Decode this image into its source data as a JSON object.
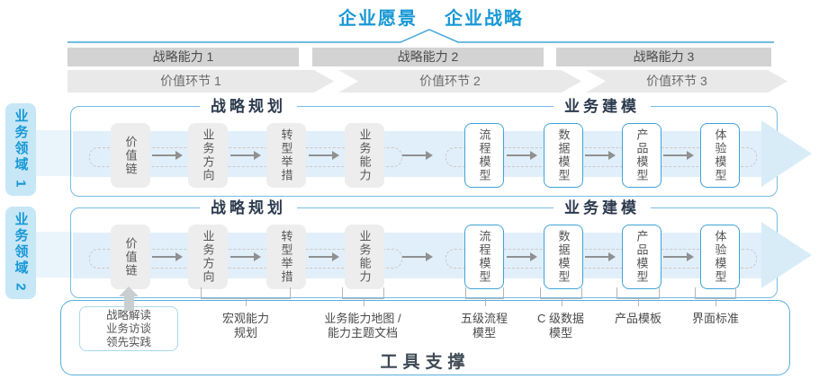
{
  "titles": {
    "vision": "企业愿景",
    "strategy": "企业战略"
  },
  "strategic_capabilities": [
    {
      "label": "战略能力 1"
    },
    {
      "label": "战略能力 2"
    },
    {
      "label": "战略能力 3"
    }
  ],
  "value_links": [
    {
      "label": "价值环节 1"
    },
    {
      "label": "价值环节 2"
    },
    {
      "label": "价值环节 3"
    }
  ],
  "rows": [
    {
      "domain_label": "业务领域 1",
      "planning_header": "战略规划",
      "modeling_header": "业务建模",
      "boxes": [
        {
          "label": "价值链"
        },
        {
          "label": "业务方向"
        },
        {
          "label": "转型举措"
        },
        {
          "label": "业务能力"
        },
        {
          "label": "流程模型"
        },
        {
          "label": "数据模型"
        },
        {
          "label": "产品模型"
        },
        {
          "label": "体验模型"
        }
      ]
    },
    {
      "domain_label": "业务领域 2",
      "planning_header": "战略规划",
      "modeling_header": "业务建模",
      "boxes": [
        {
          "label": "价值链"
        },
        {
          "label": "业务方向"
        },
        {
          "label": "转型举措"
        },
        {
          "label": "业务能力"
        },
        {
          "label": "流程模型"
        },
        {
          "label": "数据模型"
        },
        {
          "label": "产品模型"
        },
        {
          "label": "体验模型"
        }
      ]
    }
  ],
  "bottom": {
    "practice_box": "战略解读\n业务访谈\n领先实践",
    "annotations": [
      {
        "label": "宏观能力\n规划"
      },
      {
        "label": "业务能力地图 /\n能力主题文档"
      },
      {
        "label": "五级流程\n模型"
      },
      {
        "label": "C 级数据\n模型"
      },
      {
        "label": "产品模板"
      },
      {
        "label": "界面标准"
      }
    ],
    "tool_support": "工具支撑"
  },
  "colors": {
    "accent_blue": "#1798d5",
    "frame_blue": "#55b0de",
    "band_blue": "#e1effa",
    "arrowhead_blue": "#d8ecf8",
    "bar_gray": "#d3d3d3",
    "chevron_gray": "#e9e9e9",
    "box_gray": "#ededed",
    "box_border_blue": "#3fa3d8",
    "header_dark": "#2c3a4d",
    "text_gray": "#555555"
  }
}
